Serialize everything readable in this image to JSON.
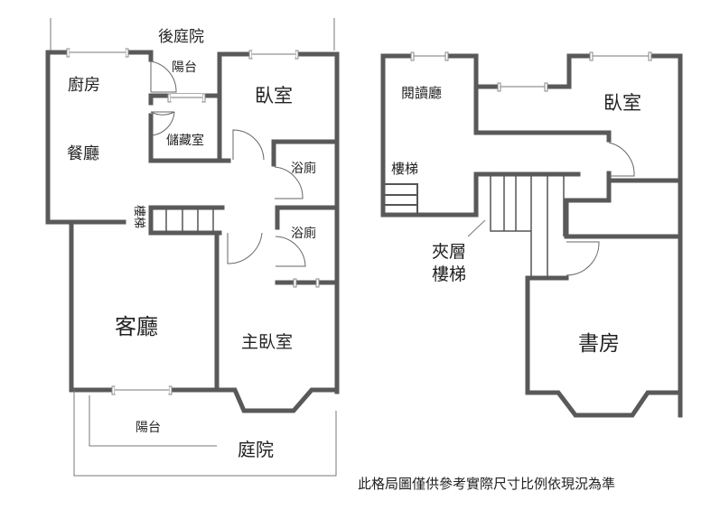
{
  "floor_plan_1": {
    "rooms": {
      "back_yard": "後庭院",
      "balcony_top": "陽台",
      "kitchen": "廚房",
      "bedroom": "臥室",
      "storage": "儲藏室",
      "dining": "餐廳",
      "bathroom_1": "浴廁",
      "bathroom_2": "浴廁",
      "stairs": "樓梯",
      "living_room": "客廳",
      "master_bedroom": "主臥室",
      "balcony_front": "陽台",
      "front_yard": "庭院"
    }
  },
  "floor_plan_2": {
    "rooms": {
      "reading_room": "閱讀廳",
      "bedroom": "臥室",
      "stairs": "樓梯",
      "mezzanine_stairs_line1": "夾層",
      "mezzanine_stairs_line2": "樓梯",
      "study": "書房"
    }
  },
  "disclaimer": "此格局圖僅供參考實際尺寸比例依現況為準"
}
